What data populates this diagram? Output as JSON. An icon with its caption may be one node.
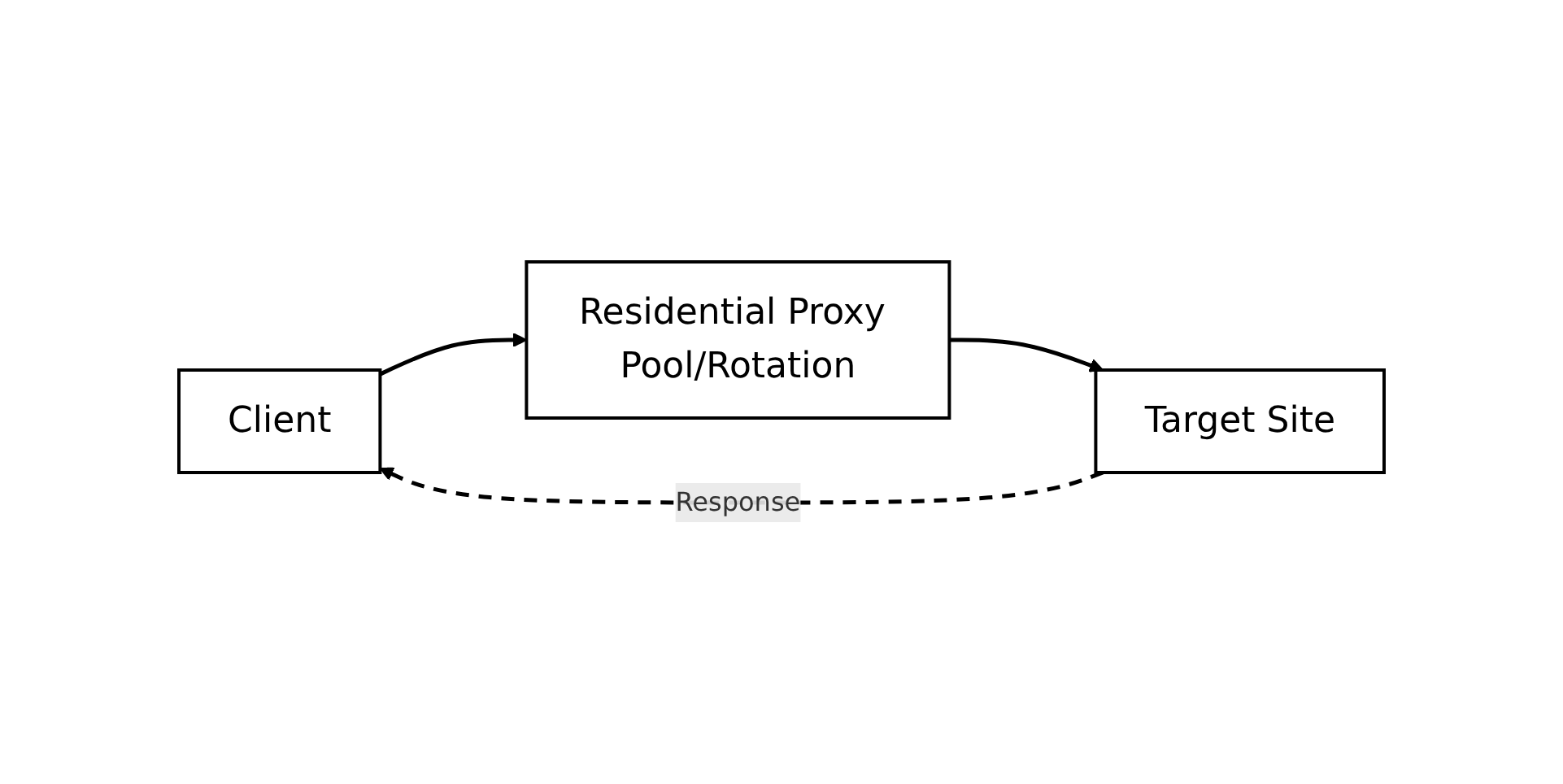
{
  "diagram": {
    "nodes": [
      {
        "text": [
          "Client"
        ]
      },
      {
        "text": [
          "Residential Proxy Pool/Rotation"
        ]
      },
      {
        "text": [
          "Target Site"
        ]
      }
    ],
    "edges": [
      {
        "from": 0,
        "to": 1,
        "arrow": "to"
      },
      {
        "from": 1,
        "to": 2,
        "arrow": "to"
      },
      {
        "from": 2,
        "to": 0,
        "arrow": "to",
        "style": "dashed",
        "label": "Response"
      }
    ]
  }
}
